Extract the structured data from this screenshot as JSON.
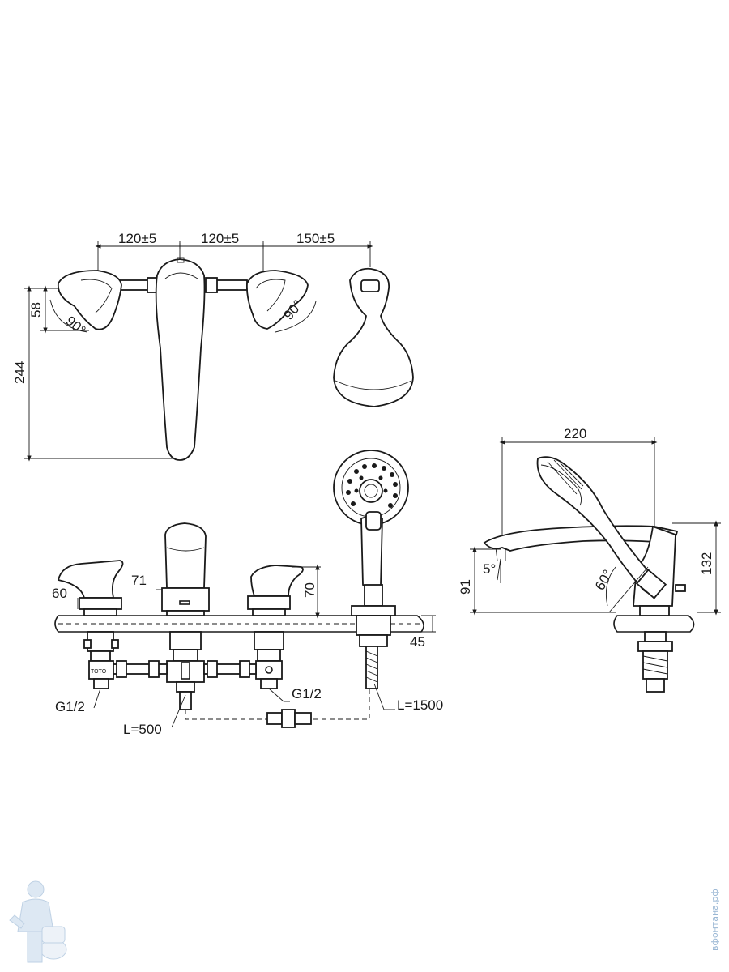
{
  "top_view": {
    "dim_spacing_1": "120±5",
    "dim_spacing_2": "120±5",
    "dim_spacing_3": "150±5",
    "dim_height_total": "244",
    "dim_handle_height": "58",
    "angle_left": "90°",
    "angle_right": "90°"
  },
  "front_view": {
    "dim_handle": "60",
    "dim_spout": "71",
    "dim_handle_right": "70",
    "dim_deck": "45",
    "thread_left": "G1/2",
    "thread_right": "G1/2",
    "hose_short": "L=500",
    "hose_long": "L=1500"
  },
  "side_view": {
    "dim_length": "220",
    "dim_spout_height": "91",
    "dim_total_height": "132",
    "angle_spout": "5°",
    "angle_shower": "60°"
  },
  "watermark": {
    "text": "вфонтана.рф"
  },
  "colors": {
    "line": "#1a1a1a",
    "watermark": "#9ab7d4"
  }
}
